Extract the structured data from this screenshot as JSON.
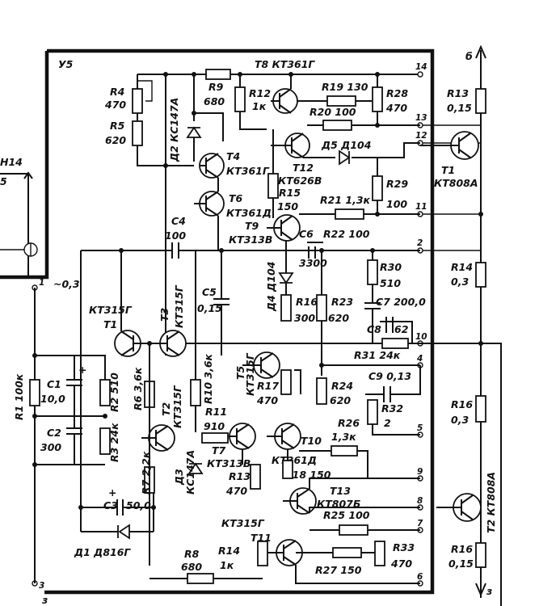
{
  "board": {
    "title": "У5"
  },
  "top_left": {
    "label_a": "Н14",
    "label_b": "5"
  },
  "pins": {
    "p1": "1",
    "p2": "2",
    "p3": "3",
    "p4": "4",
    "p5": "5",
    "p6": "6",
    "p7": "7",
    "p8": "8",
    "p9": "9",
    "p10": "10",
    "p11": "11",
    "p12": "12",
    "p13": "13",
    "p14": "14",
    "ac_note": "~0,3"
  },
  "rails": {
    "top": "б",
    "bottom": "з",
    "bl": "з"
  },
  "parts": {
    "T8": "Т8 КТ361Г",
    "R4": "R4",
    "R4v": "470",
    "R5": "R5",
    "R5v": "620",
    "R9": "R9",
    "R9v": "680",
    "D2": "Д2 КС147А",
    "R12": "R12",
    "R12v": "1к",
    "R19": "R19 130",
    "R20": "R20 100",
    "R28": "R28",
    "R28v": "470",
    "R13": "R13",
    "R13v": "0,15",
    "D5": "Д5 Д104",
    "T4": "Т4",
    "T4t": "КТ361Г",
    "T12": "Т12",
    "T12t": "КТ626В",
    "T1r": "Т1",
    "T1rt": "КТ808А",
    "R29": "R29",
    "R29v": "100",
    "T6a": "Т6",
    "T6at": "КТ361Д",
    "R15": "R15",
    "R15v": "150",
    "R21": "R21 1,3к",
    "T9": "Т9",
    "T9t": "КТ313В",
    "C4": "С4",
    "C4v": "100",
    "C6": "С6",
    "C6v": "3300",
    "R22": "R22 100",
    "R30": "R30",
    "R30v": "510",
    "R14r": "R14",
    "R14rv": "0,3",
    "D4": "Д4 Д104",
    "C5": "С5",
    "C5v": "0,15",
    "R16": "R16",
    "R16v": "300",
    "R23": "R23",
    "R23v": "620",
    "C7": "С7 200,0",
    "C8": "С8",
    "C8v": "62",
    "R31": "R31 24к",
    "T1": "КТ315Г",
    "T1l": "Т1",
    "T3": "Т3",
    "T3t": "КТ315Г",
    "T5": "Т5",
    "T5t": "КТ315Г",
    "R17": "R17",
    "R17v": "470",
    "R24": "R24",
    "R24v": "620",
    "C9": "С9 0,13",
    "R32": "R32",
    "R32v": "2",
    "R16r": "R16",
    "R16rv": "0,3",
    "R1": "R1 100к",
    "C1": "С1",
    "C1v": "10,0",
    "C2": "С2",
    "C2v": "300",
    "R2": "R2 510",
    "R6": "R6 3,6к",
    "R10": "R10 3,6к",
    "T2": "Т2",
    "T2t": "КТ315Г",
    "R11": "R11",
    "R11v": "910",
    "R26": "R26",
    "R26v": "1,3к",
    "T10": "Т10",
    "T10t": "КТ361Д",
    "R3": "R3 24к",
    "T7": "Т7",
    "T7t": "КТ313В",
    "R7": "R7 2,2к",
    "D3": "Д3",
    "D3t": "КС147А",
    "R13b": "R13",
    "R13bv": "470",
    "R18": "R18 150",
    "T13": "Т13",
    "T13t": "КТ807Б",
    "T2r": "Т2 КТ808А",
    "C3": "С3",
    "C3v": "50,0",
    "R25": "R25 100",
    "D1": "Д1 Д816Г",
    "T11": "КТ315Г",
    "T11l": "Т11",
    "R33": "R33",
    "R33v": "470",
    "R8": "R8",
    "R8v": "680",
    "R14b": "R14",
    "R14bv": "1к",
    "R27": "R27 150",
    "R16b": "R16",
    "R16bv": "0,15"
  }
}
